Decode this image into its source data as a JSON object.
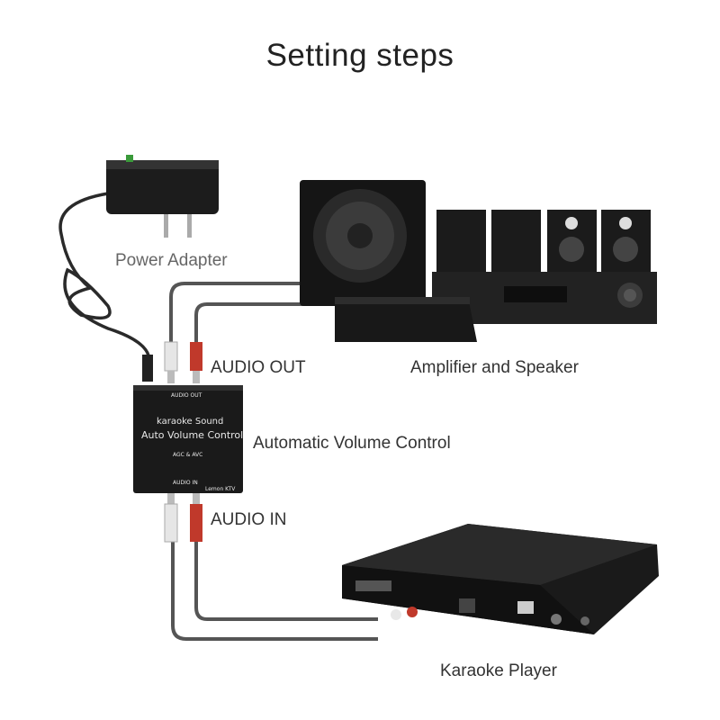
{
  "title": "Setting steps",
  "labels": {
    "power_adapter": "Power Adapter",
    "audio_out": "AUDIO OUT",
    "amplifier_speaker": "Amplifier and Speaker",
    "automatic_volume_control": "Automatic Volume Control",
    "audio_in": "AUDIO IN",
    "karaoke_player": "Karaoke Player"
  },
  "device": {
    "port_top": "AUDIO OUT",
    "line1": "karaoke Sound",
    "line2": "Auto Volume  Control",
    "line3": "AGC & AVC",
    "port_bottom": "AUDIO IN",
    "brand": "Lemon KTV"
  },
  "colors": {
    "cable_white": "#d9d9d9",
    "cable_red": "#c0392b",
    "device_body": "#1a1a1a",
    "wire": "#444444"
  }
}
